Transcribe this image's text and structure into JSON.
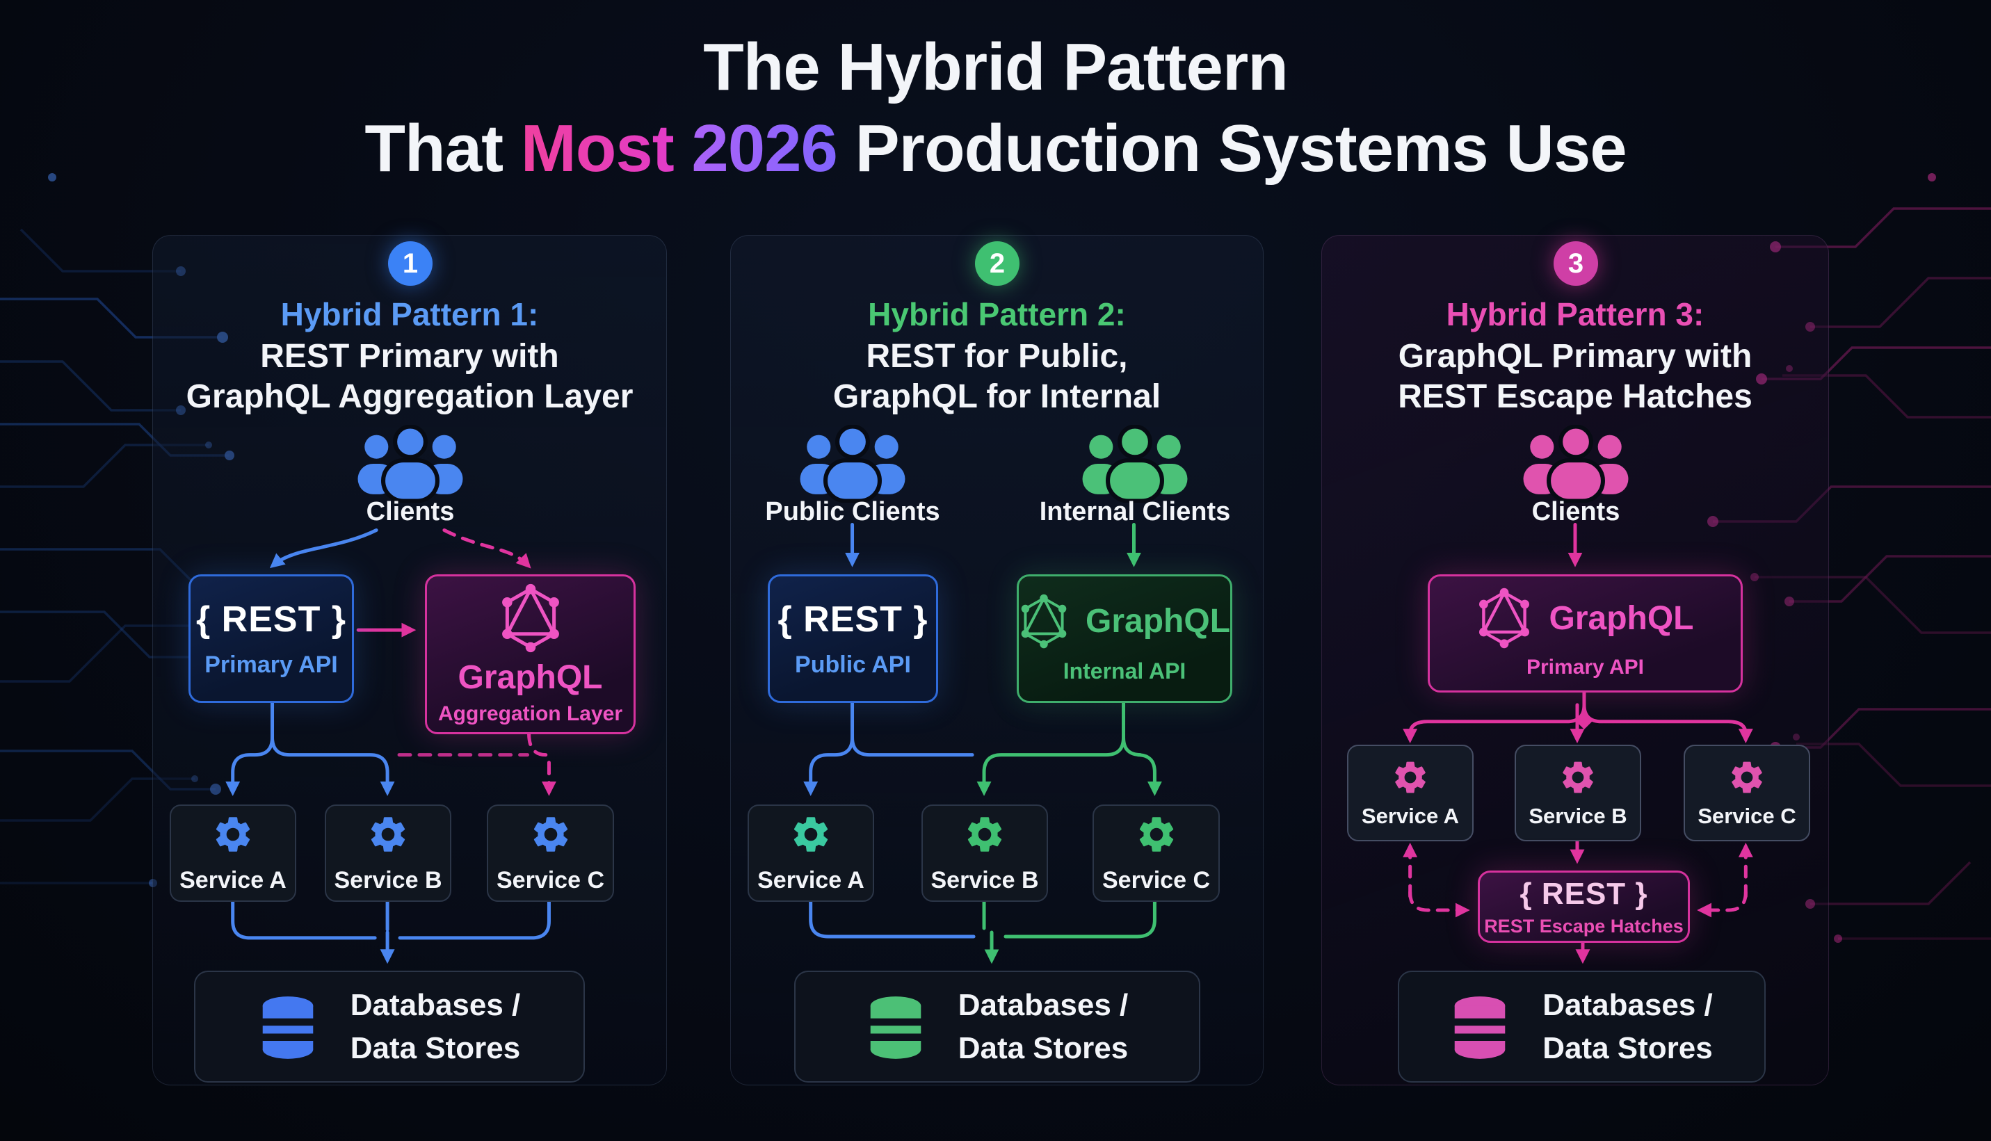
{
  "title": {
    "line1": "The Hybrid Pattern",
    "l2a": "That ",
    "l2b": "Most",
    "l2c": " 2026 ",
    "l2d": "Production Systems Use"
  },
  "colors": {
    "blue": "#3b82f6",
    "green": "#3fc071",
    "pink": "#e0359f",
    "purple": "#8b5cf6"
  },
  "panels": [
    {
      "badge": "1",
      "heading": "Hybrid Pattern 1:",
      "sub1": "REST Primary with",
      "sub2": "GraphQL Aggregation Layer",
      "clients_label": "Clients",
      "rest_title": "{ REST }",
      "rest_sub": "Primary API",
      "gql_title": "GraphQL",
      "gql_sub": "Aggregation Layer",
      "services": [
        "Service A",
        "Service B",
        "Service C"
      ],
      "db1": "Databases /",
      "db2": "Data Stores"
    },
    {
      "badge": "2",
      "heading": "Hybrid Pattern 2:",
      "sub1": "REST for Public,",
      "sub2": "GraphQL for Internal",
      "clients_a": "Public Clients",
      "clients_b": "Internal Clients",
      "rest_title": "{ REST }",
      "rest_sub": "Public API",
      "gql_title": "GraphQL",
      "gql_sub": "Internal API",
      "services": [
        "Service A",
        "Service B",
        "Service C"
      ],
      "db1": "Databases /",
      "db2": "Data Stores"
    },
    {
      "badge": "3",
      "heading": "Hybrid Pattern 3:",
      "sub1": "GraphQL Primary with",
      "sub2": "REST Escape Hatches",
      "clients_label": "Clients",
      "gql_title": "GraphQL",
      "gql_sub": "Primary API",
      "rest_title": "{ REST }",
      "rest_sub": "REST Escape Hatches",
      "services": [
        "Service A",
        "Service B",
        "Service C"
      ],
      "db1": "Databases /",
      "db2": "Data Stores"
    }
  ]
}
